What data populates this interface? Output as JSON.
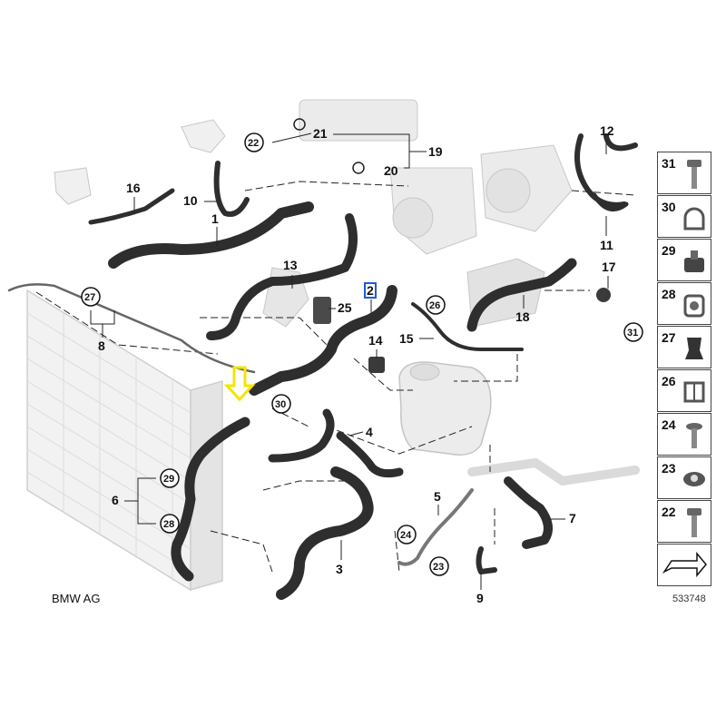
{
  "brand": "BMW AG",
  "diagram_number": "533748",
  "colors": {
    "highlight_arrow": "#f5e400",
    "highlight_box": "#1e5bd8",
    "hose": "#2e2e2e",
    "ghost_part": "#d4d4d4"
  },
  "callouts": {
    "c1": "1",
    "c2": "2",
    "c3": "3",
    "c4": "4",
    "c5": "5",
    "c6": "6",
    "c7": "7",
    "c8": "8",
    "c9": "9",
    "c10": "10",
    "c11": "11",
    "c12": "12",
    "c13": "13",
    "c14": "14",
    "c15": "15",
    "c16": "16",
    "c17": "17",
    "c18": "18",
    "c19": "19",
    "c20": "20",
    "c21": "21",
    "c25": "25"
  },
  "circled": {
    "k22": "22",
    "k23": "23",
    "k24": "24",
    "k26": "26",
    "k27": "27",
    "k28": "28",
    "k29": "29",
    "k30": "30",
    "k31": "31"
  },
  "side_panel": [
    {
      "number": "31",
      "icon": "bolt-icon"
    },
    {
      "number": "30",
      "icon": "clip-icon"
    },
    {
      "number": "29",
      "icon": "bracket-icon"
    },
    {
      "number": "28",
      "icon": "hose-clamp-icon"
    },
    {
      "number": "27",
      "icon": "plug-icon"
    },
    {
      "number": "26",
      "icon": "clip-icon"
    },
    {
      "number": "24",
      "icon": "screw-icon"
    },
    {
      "number": "23",
      "icon": "nut-icon"
    },
    {
      "number": "22",
      "icon": "bolt-icon"
    },
    {
      "number": "",
      "icon": "arrow-icon"
    }
  ]
}
